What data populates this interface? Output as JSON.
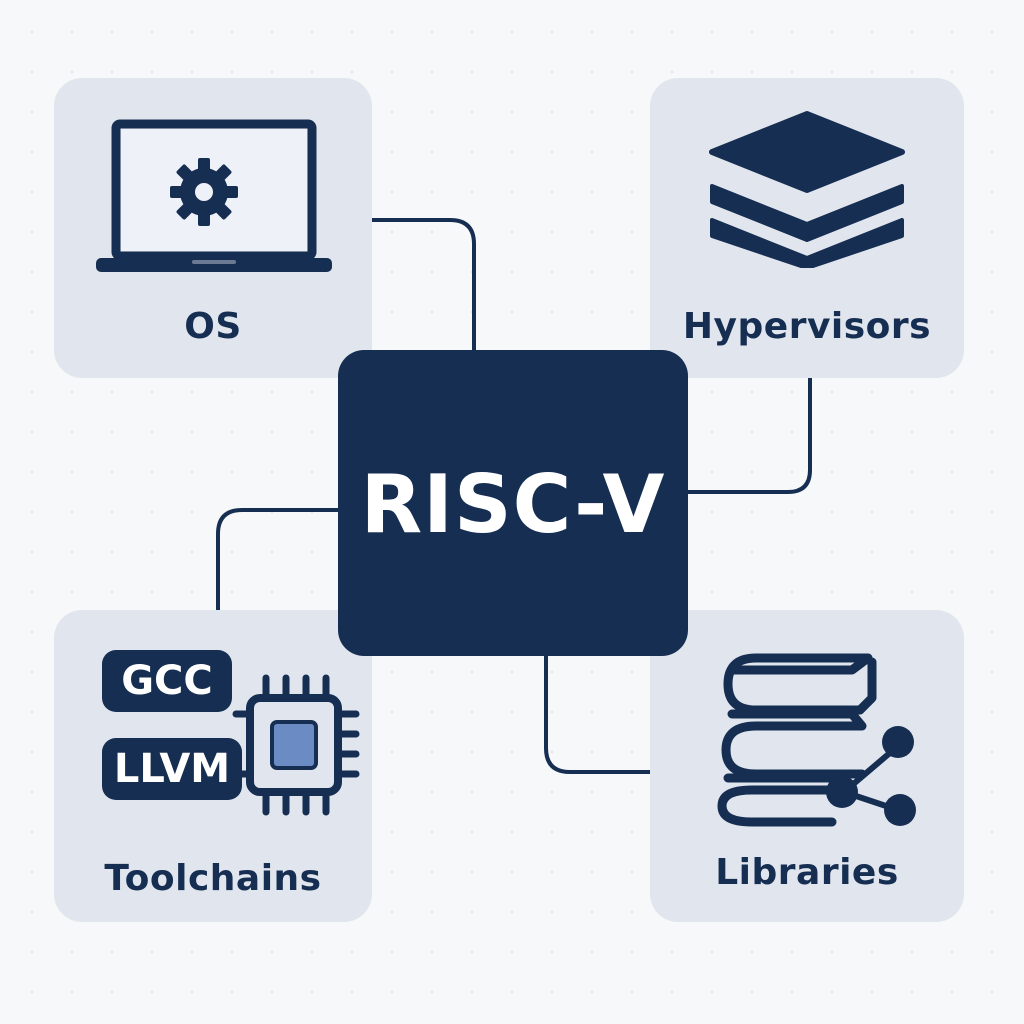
{
  "center": {
    "label": "RISC-V"
  },
  "nodes": {
    "os": {
      "label": "OS",
      "icon": "laptop-gear-icon"
    },
    "hypervisors": {
      "label": "Hypervisors",
      "icon": "stack-layers-icon"
    },
    "toolchains": {
      "label": "Toolchains",
      "icon": "chip-icon",
      "badges": [
        "GCC",
        "LLVM"
      ]
    },
    "libraries": {
      "label": "Libraries",
      "icon": "books-share-icon"
    }
  },
  "colors": {
    "navy": "#162e52",
    "card": "#e1e6ee",
    "chip_core": "#6b8bc4",
    "background": "#f7f8fa"
  }
}
